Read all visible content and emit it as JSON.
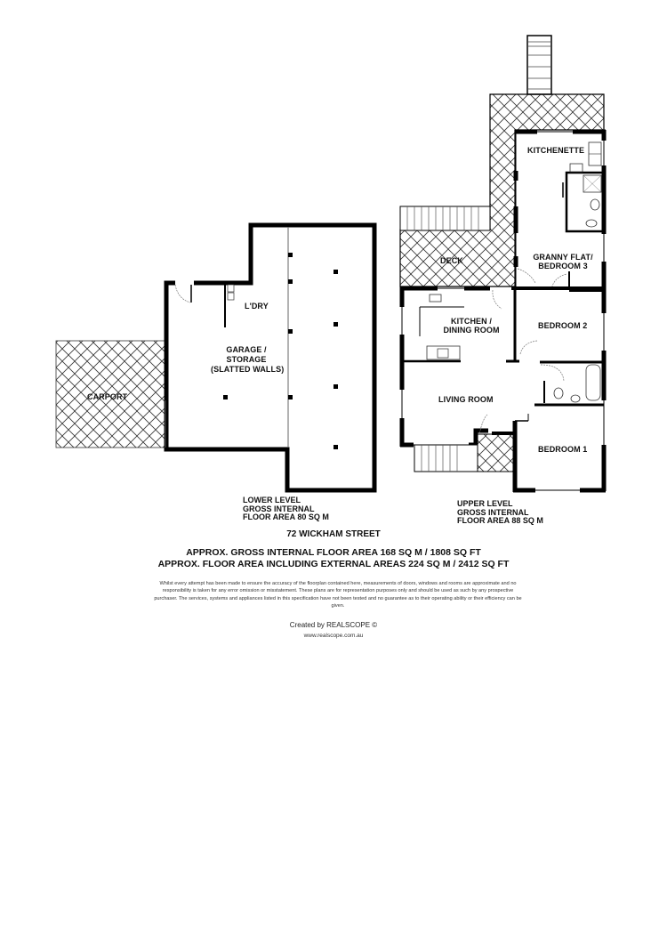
{
  "property": {
    "address": "72 WICKHAM STREET"
  },
  "lower_level": {
    "rooms": {
      "carport": "CARPORT",
      "laundry": "L'DRY",
      "garage_line1": "GARAGE /",
      "garage_line2": "STORAGE",
      "garage_line3": "(SLATTED WALLS)"
    },
    "area_label": {
      "line1": "LOWER LEVEL",
      "line2": "GROSS INTERNAL",
      "line3": "FLOOR AREA 80 SQ M"
    }
  },
  "upper_level": {
    "rooms": {
      "kitchenette": "KITCHENETTE",
      "granny_line1": "GRANNY FLAT/",
      "granny_line2": "BEDROOM 3",
      "deck": "DECK",
      "kitchen_line1": "KITCHEN /",
      "kitchen_line2": "DINING ROOM",
      "bedroom2": "BEDROOM 2",
      "living": "LIVING ROOM",
      "bedroom1": "BEDROOM 1"
    },
    "area_label": {
      "line1": "UPPER LEVEL",
      "line2": "GROSS INTERNAL",
      "line3": "FLOOR AREA 88 SQ M"
    }
  },
  "summary": {
    "gross_internal": "APPROX. GROSS INTERNAL FLOOR AREA 168 SQ M / 1808 SQ FT",
    "including_external": "APPROX. FLOOR AREA INCLUDING EXTERNAL AREAS 224 SQ M / 2412 SQ FT"
  },
  "disclaimer": "Whilst every attempt has been made to ensure the accuracy of the floorplan contained here, measurements of doors, windows and rooms are approximate and no responsibility is taken for any error omission or misstatement. These plans are for representation purposes only and should be used as such by any prospective purchaser. The services, systems and appliances listed in this specification have not been tested and no guarantee as to their operating ability or their efficiency can be given.",
  "credit": {
    "text": "Created by REALSCOPE ©",
    "url": "www.realscope.com.au"
  },
  "colors": {
    "wall": "#000000",
    "hatch": "#333333",
    "background": "#ffffff"
  }
}
